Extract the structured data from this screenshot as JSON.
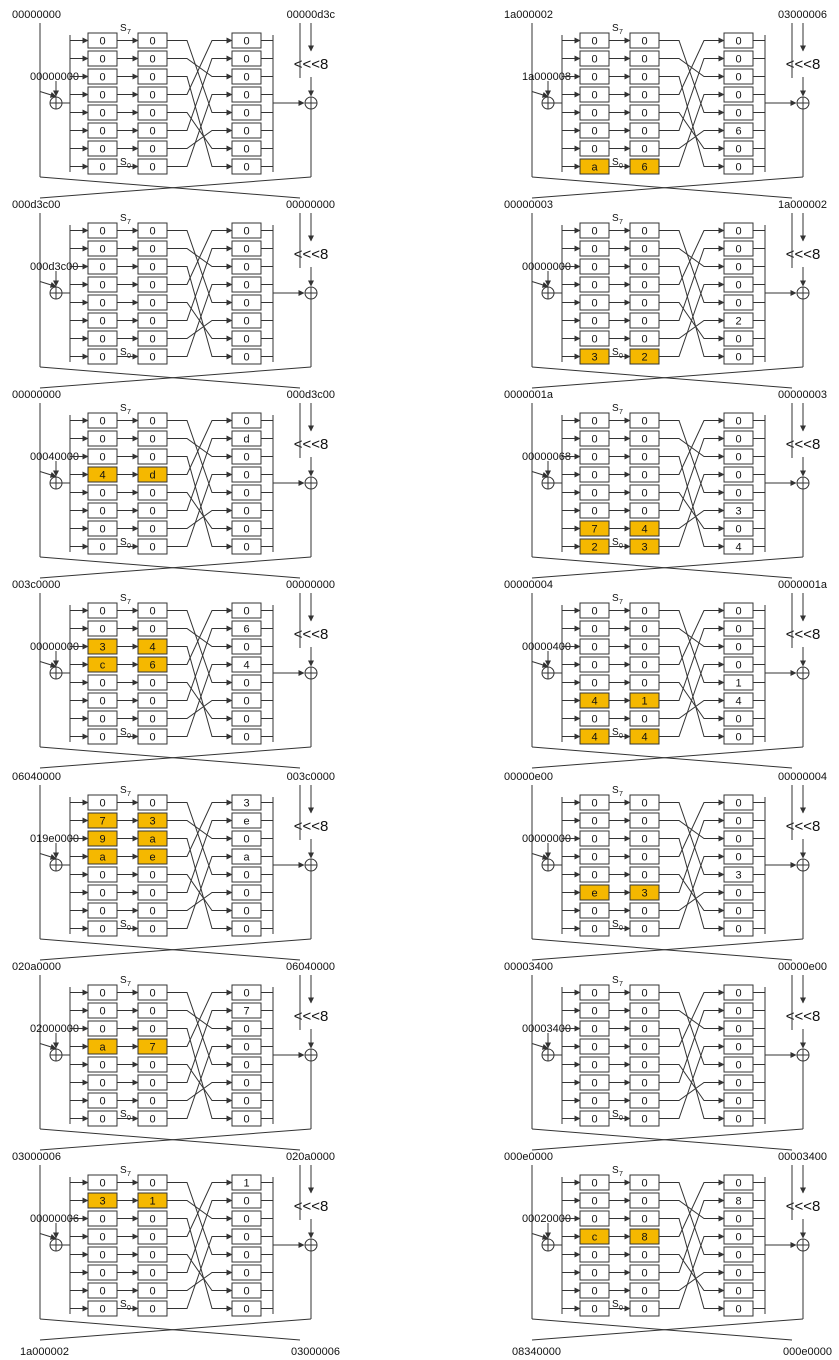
{
  "colors": {
    "active": "#f5b800",
    "inactive": "#ffffff",
    "line": "#333333"
  },
  "sbox_labels": {
    "top": "S",
    "top_sub": "7",
    "bottom": "S",
    "bottom_sub": "0"
  },
  "rotate_label": "<<<8",
  "columns": [
    {
      "name": "left",
      "rounds": [
        {
          "in_left": "00000000",
          "in_right": "00000d3c",
          "xor_in": "00000000",
          "a": [
            "0",
            "0",
            "0",
            "0",
            "0",
            "0",
            "0",
            "0"
          ],
          "b": [
            "0",
            "0",
            "0",
            "0",
            "0",
            "0",
            "0",
            "0"
          ],
          "p": [
            "0",
            "0",
            "0",
            "0",
            "0",
            "0",
            "0",
            "0"
          ],
          "hl_a": [
            false,
            false,
            false,
            false,
            false,
            false,
            false,
            false
          ],
          "hl_b": [
            false,
            false,
            false,
            false,
            false,
            false,
            false,
            false
          ]
        },
        {
          "in_left": "000d3c00",
          "in_right": "00000000",
          "xor_in": "000d3c00",
          "a": [
            "0",
            "0",
            "0",
            "0",
            "0",
            "0",
            "0",
            "0"
          ],
          "b": [
            "0",
            "0",
            "0",
            "0",
            "0",
            "0",
            "0",
            "0"
          ],
          "p": [
            "0",
            "0",
            "0",
            "0",
            "0",
            "0",
            "0",
            "0"
          ],
          "hl_a": [
            false,
            false,
            false,
            false,
            false,
            false,
            false,
            false
          ],
          "hl_b": [
            false,
            false,
            false,
            false,
            false,
            false,
            false,
            false
          ]
        },
        {
          "in_left": "00000000",
          "in_right": "000d3c00",
          "xor_in": "00040000",
          "a": [
            "0",
            "0",
            "0",
            "4",
            "0",
            "0",
            "0",
            "0"
          ],
          "b": [
            "0",
            "0",
            "0",
            "d",
            "0",
            "0",
            "0",
            "0"
          ],
          "p": [
            "0",
            "d",
            "0",
            "0",
            "0",
            "0",
            "0",
            "0"
          ],
          "hl_a": [
            false,
            false,
            false,
            true,
            false,
            false,
            false,
            false
          ],
          "hl_b": [
            false,
            false,
            false,
            true,
            false,
            false,
            false,
            false
          ]
        },
        {
          "in_left": "003c0000",
          "in_right": "00000000",
          "xor_in": "00000000",
          "a": [
            "0",
            "0",
            "3",
            "c",
            "0",
            "0",
            "0",
            "0"
          ],
          "b": [
            "0",
            "0",
            "4",
            "6",
            "0",
            "0",
            "0",
            "0"
          ],
          "p": [
            "0",
            "6",
            "0",
            "4",
            "0",
            "0",
            "0",
            "0"
          ],
          "hl_a": [
            false,
            false,
            true,
            true,
            false,
            false,
            false,
            false
          ],
          "hl_b": [
            false,
            false,
            true,
            true,
            false,
            false,
            false,
            false
          ]
        },
        {
          "in_left": "06040000",
          "in_right": "003c0000",
          "xor_in": "019e0000",
          "a": [
            "0",
            "7",
            "9",
            "a",
            "0",
            "0",
            "0",
            "0"
          ],
          "b": [
            "0",
            "3",
            "a",
            "e",
            "0",
            "0",
            "0",
            "0"
          ],
          "p": [
            "3",
            "e",
            "0",
            "a",
            "0",
            "0",
            "0",
            "0"
          ],
          "hl_a": [
            false,
            true,
            true,
            true,
            false,
            false,
            false,
            false
          ],
          "hl_b": [
            false,
            true,
            true,
            true,
            false,
            false,
            false,
            false
          ]
        },
        {
          "in_left": "020a0000",
          "in_right": "06040000",
          "xor_in": "02000000",
          "a": [
            "0",
            "0",
            "0",
            "a",
            "0",
            "0",
            "0",
            "0"
          ],
          "b": [
            "0",
            "0",
            "0",
            "7",
            "0",
            "0",
            "0",
            "0"
          ],
          "p": [
            "0",
            "7",
            "0",
            "0",
            "0",
            "0",
            "0",
            "0"
          ],
          "hl_a": [
            false,
            false,
            false,
            true,
            false,
            false,
            false,
            false
          ],
          "hl_b": [
            false,
            false,
            false,
            true,
            false,
            false,
            false,
            false
          ]
        },
        {
          "in_left": "03000006",
          "in_right": "020a0000",
          "xor_in": "00000006",
          "a": [
            "0",
            "3",
            "0",
            "0",
            "0",
            "0",
            "0",
            "0"
          ],
          "b": [
            "0",
            "1",
            "0",
            "0",
            "0",
            "0",
            "0",
            "0"
          ],
          "p": [
            "1",
            "0",
            "0",
            "0",
            "0",
            "0",
            "0",
            "0"
          ],
          "hl_a": [
            false,
            true,
            false,
            false,
            false,
            false,
            false,
            false
          ],
          "hl_b": [
            false,
            true,
            false,
            false,
            false,
            false,
            false,
            false
          ]
        }
      ],
      "out_left": "1a000002",
      "out_right": "03000006"
    },
    {
      "name": "right",
      "rounds": [
        {
          "in_left": "1a000002",
          "in_right": "03000006",
          "xor_in": "1a000008",
          "a": [
            "0",
            "0",
            "0",
            "0",
            "0",
            "0",
            "0",
            "a"
          ],
          "b": [
            "0",
            "0",
            "0",
            "0",
            "0",
            "0",
            "0",
            "6"
          ],
          "p": [
            "0",
            "0",
            "0",
            "0",
            "0",
            "6",
            "0",
            "0"
          ],
          "hl_a": [
            false,
            false,
            false,
            false,
            false,
            false,
            false,
            true
          ],
          "hl_b": [
            false,
            false,
            false,
            false,
            false,
            false,
            false,
            true
          ]
        },
        {
          "in_left": "00000003",
          "in_right": "1a000002",
          "xor_in": "00000000",
          "a": [
            "0",
            "0",
            "0",
            "0",
            "0",
            "0",
            "0",
            "3"
          ],
          "b": [
            "0",
            "0",
            "0",
            "0",
            "0",
            "0",
            "0",
            "2"
          ],
          "p": [
            "0",
            "0",
            "0",
            "0",
            "0",
            "2",
            "0",
            "0"
          ],
          "hl_a": [
            false,
            false,
            false,
            false,
            false,
            false,
            false,
            true
          ],
          "hl_b": [
            false,
            false,
            false,
            false,
            false,
            false,
            false,
            true
          ]
        },
        {
          "in_left": "0000001a",
          "in_right": "00000003",
          "xor_in": "00000068",
          "a": [
            "0",
            "0",
            "0",
            "0",
            "0",
            "0",
            "7",
            "2"
          ],
          "b": [
            "0",
            "0",
            "0",
            "0",
            "0",
            "0",
            "4",
            "3"
          ],
          "p": [
            "0",
            "0",
            "0",
            "0",
            "0",
            "3",
            "0",
            "4"
          ],
          "hl_a": [
            false,
            false,
            false,
            false,
            false,
            false,
            true,
            true
          ],
          "hl_b": [
            false,
            false,
            false,
            false,
            false,
            false,
            true,
            true
          ]
        },
        {
          "in_left": "00000004",
          "in_right": "0000001a",
          "xor_in": "00000400",
          "a": [
            "0",
            "0",
            "0",
            "0",
            "0",
            "4",
            "0",
            "4"
          ],
          "b": [
            "0",
            "0",
            "0",
            "0",
            "0",
            "1",
            "0",
            "4"
          ],
          "p": [
            "0",
            "0",
            "0",
            "0",
            "1",
            "4",
            "0",
            "0"
          ],
          "hl_a": [
            false,
            false,
            false,
            false,
            false,
            true,
            false,
            true
          ],
          "hl_b": [
            false,
            false,
            false,
            false,
            false,
            true,
            false,
            true
          ]
        },
        {
          "in_left": "00000e00",
          "in_right": "00000004",
          "xor_in": "00000000",
          "a": [
            "0",
            "0",
            "0",
            "0",
            "0",
            "e",
            "0",
            "0"
          ],
          "b": [
            "0",
            "0",
            "0",
            "0",
            "0",
            "3",
            "0",
            "0"
          ],
          "p": [
            "0",
            "0",
            "0",
            "0",
            "3",
            "0",
            "0",
            "0"
          ],
          "hl_a": [
            false,
            false,
            false,
            false,
            false,
            true,
            false,
            false
          ],
          "hl_b": [
            false,
            false,
            false,
            false,
            false,
            true,
            false,
            false
          ]
        },
        {
          "in_left": "00003400",
          "in_right": "00000e00",
          "xor_in": "00003400",
          "a": [
            "0",
            "0",
            "0",
            "0",
            "0",
            "0",
            "0",
            "0"
          ],
          "b": [
            "0",
            "0",
            "0",
            "0",
            "0",
            "0",
            "0",
            "0"
          ],
          "p": [
            "0",
            "0",
            "0",
            "0",
            "0",
            "0",
            "0",
            "0"
          ],
          "hl_a": [
            false,
            false,
            false,
            false,
            false,
            false,
            false,
            false
          ],
          "hl_b": [
            false,
            false,
            false,
            false,
            false,
            false,
            false,
            false
          ]
        },
        {
          "in_left": "000e0000",
          "in_right": "00003400",
          "xor_in": "00020000",
          "a": [
            "0",
            "0",
            "0",
            "c",
            "0",
            "0",
            "0",
            "0"
          ],
          "b": [
            "0",
            "0",
            "0",
            "8",
            "0",
            "0",
            "0",
            "0"
          ],
          "p": [
            "0",
            "8",
            "0",
            "0",
            "0",
            "0",
            "0",
            "0"
          ],
          "hl_a": [
            false,
            false,
            false,
            true,
            false,
            false,
            false,
            false
          ],
          "hl_b": [
            false,
            false,
            false,
            true,
            false,
            false,
            false,
            false
          ]
        }
      ],
      "out_left": "08340000",
      "out_right": "000e0000"
    }
  ]
}
